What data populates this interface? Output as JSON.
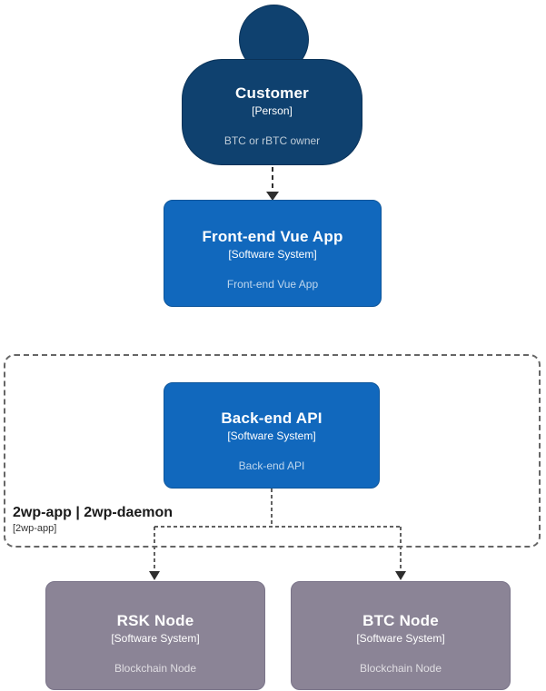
{
  "diagram": {
    "type": "c4-context-diagram",
    "colors": {
      "person_fill": "#0f416f",
      "person_border": "#0a3258",
      "system_fill": "#1168bd",
      "system_border": "#0e569b",
      "external_fill": "#8b8496",
      "external_border": "#7a7489",
      "boundary_border": "#666666",
      "connector": "#2e2e2e"
    },
    "nodes": {
      "customer": {
        "title": "Customer",
        "meta": "[Person]",
        "description": "BTC or rBTC owner"
      },
      "frontend": {
        "title": "Front-end Vue App",
        "meta": "[Software System]",
        "description": "Front-end Vue App"
      },
      "backend": {
        "title": "Back-end API",
        "meta": "[Software System]",
        "description": "Back-end API"
      },
      "rsk": {
        "title": "RSK Node",
        "meta": "[Software System]",
        "description": "Blockchain Node"
      },
      "btc": {
        "title": "BTC Node",
        "meta": "[Software System]",
        "description": "Blockchain Node"
      }
    },
    "boundary": {
      "title": "2wp-app | 2wp-daemon",
      "meta": "[2wp-app]"
    },
    "edges": [
      {
        "from": "customer",
        "to": "frontend",
        "style": "dashed-arrow"
      },
      {
        "from": "backend",
        "to": "rsk",
        "style": "dashed-arrow"
      },
      {
        "from": "backend",
        "to": "btc",
        "style": "dashed-arrow"
      }
    ]
  }
}
